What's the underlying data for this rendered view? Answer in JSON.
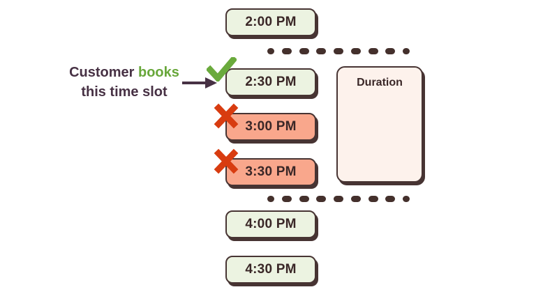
{
  "annotation": {
    "line1_prefix": "Customer",
    "line1_highlight": "books",
    "line2": "this time slot"
  },
  "duration_box": {
    "label": "Duration"
  },
  "slots": [
    {
      "time": "2:00 PM",
      "state": "available"
    },
    {
      "time": "2:30 PM",
      "state": "booked"
    },
    {
      "time": "3:00 PM",
      "state": "unavailable"
    },
    {
      "time": "3:30 PM",
      "state": "unavailable"
    },
    {
      "time": "4:00 PM",
      "state": "available"
    },
    {
      "time": "4:30 PM",
      "state": "available"
    }
  ],
  "icons": {
    "checkmark": "check-icon",
    "cross_1": "x-icon",
    "cross_2": "x-icon",
    "arrow": "arrow-right-icon"
  },
  "colors": {
    "available_bg": "#ecf3e1",
    "unavailable_bg": "#f9a78c",
    "duration_bg": "#fdf2ec",
    "outline_dark": "#473433",
    "slot_text": "#3a2727",
    "check_green": "#6aaa3c",
    "cross_red": "#d83c10",
    "annotation_plum": "#473144",
    "annotation_green": "#68a73a",
    "dots_brown": "#44302c"
  }
}
